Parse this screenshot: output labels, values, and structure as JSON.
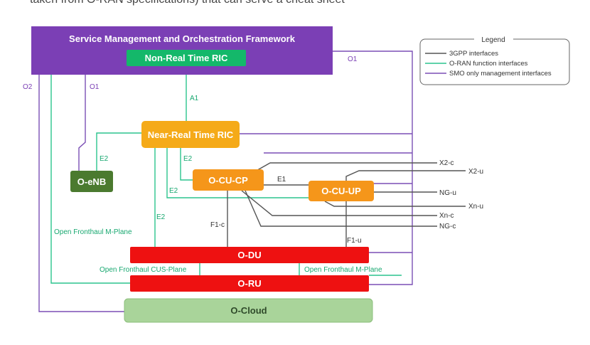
{
  "caption": "taken from O-RAN specifications) that can serve a cheat sheet",
  "colors": {
    "smo": "#7b3fb5",
    "nonrt": "#14b86a",
    "nearrt": "#f5aa18",
    "ocu": "#f5961a",
    "odu": "#ee1111",
    "oenb": "#4b7a2f",
    "ocloud": "#a9d49a",
    "line_3gpp": "#555555",
    "line_oran": "#2bc48d",
    "line_smo": "#7b4fb5",
    "label_oran": "#18a870"
  },
  "boxes": {
    "smo": "Service Management and Orchestration Framework",
    "nonrt_ric": "Non-Real Time RIC",
    "nearrt_ric": "Near-Real Time RIC",
    "oenb": "O-eNB",
    "ocu_cp": "O-CU-CP",
    "ocu_up": "O-CU-UP",
    "odu": "O-DU",
    "oru": "O-RU",
    "ocloud": "O-Cloud"
  },
  "legend": {
    "title": "Legend",
    "items": [
      {
        "label": "3GPP interfaces",
        "color": "#555555"
      },
      {
        "label": "O-RAN function interfaces",
        "color": "#2bc48d"
      },
      {
        "label": "SMO only management interfaces",
        "color": "#7b4fb5"
      }
    ]
  },
  "labels": {
    "o2": "O2",
    "o1_left": "O1",
    "o1_right": "O1",
    "a1": "A1",
    "e2_oenb": "E2",
    "e2_cp": "E2",
    "e2_up": "E2",
    "e2_du": "E2",
    "e1": "E1",
    "f1c": "F1-c",
    "f1u": "F1-u",
    "x2c": "X2-c",
    "x2u": "X2-u",
    "ngu": "NG-u",
    "xnu": "Xn-u",
    "xnc": "Xn-c",
    "ngc": "NG-c",
    "fh_m_left": "Open Fronthaul M-Plane",
    "fh_cus": "Open Fronthaul CUS-Plane",
    "fh_m_right": "Open Fronthaul M-Plane"
  }
}
